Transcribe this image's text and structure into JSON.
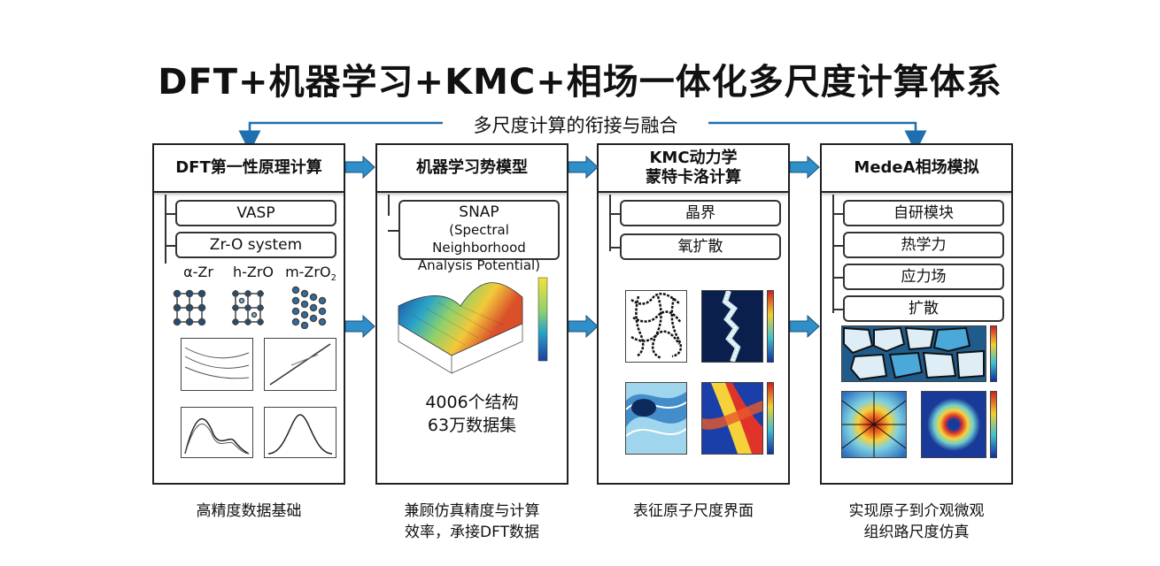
{
  "title": "DFT+机器学习+KMC+相场一体化多尺度计算体系",
  "subtitle": "多尺度计算的衔接与融合",
  "columns": [
    {
      "header": "DFT第一性原理计算",
      "items": [
        "VASP",
        "Zr-O system"
      ],
      "phases": [
        "α-Zr",
        "h-ZrO",
        "m-ZrO",
        "2"
      ],
      "caption": "高精度数据基础"
    },
    {
      "header": "机器学习势模型",
      "item_lines": [
        "SNAP",
        "(Spectral Neighborhood",
        "Analysis Potential)"
      ],
      "stats": [
        "4006个结构",
        "63万数据集"
      ],
      "caption_lines": [
        "兼顾仿真精度与计算",
        "效率，承接DFT数据"
      ]
    },
    {
      "header_lines": [
        "KMC动力学",
        "蒙特卡洛计算"
      ],
      "items": [
        "晶界",
        "氧扩散"
      ],
      "caption": "表征原子尺度界面"
    },
    {
      "header": "MedeA相场模拟",
      "items": [
        "自研模块",
        "热学力",
        "应力场",
        "扩散"
      ],
      "caption_lines": [
        "实现原子到介观微观",
        "组织路尺度仿真"
      ]
    }
  ],
  "colors": {
    "arrow_blue": "#2f8fc8",
    "link_blue": "#1f6fb0"
  }
}
